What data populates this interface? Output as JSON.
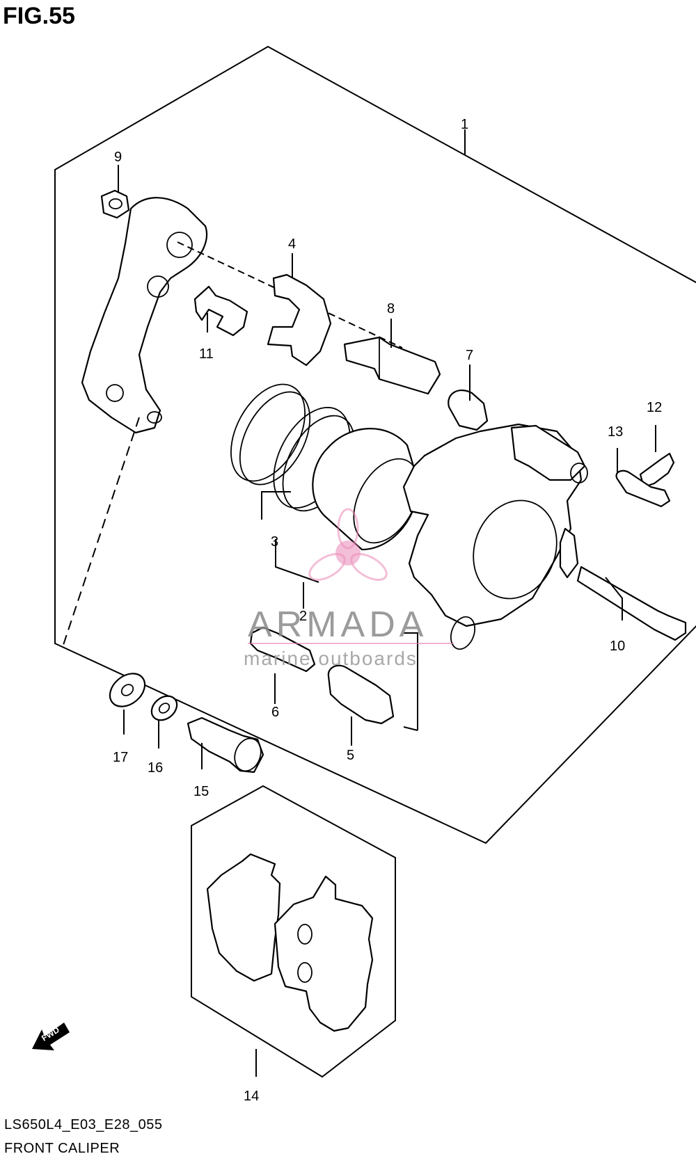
{
  "figure": {
    "title": "FIG.55",
    "diagram_code": "LS650L4_E03_E28_055",
    "diagram_name": "FRONT CALIPER"
  },
  "callouts": [
    {
      "id": "1",
      "label": "1"
    },
    {
      "id": "2",
      "label": "2"
    },
    {
      "id": "3",
      "label": "3"
    },
    {
      "id": "4",
      "label": "4"
    },
    {
      "id": "5",
      "label": "5"
    },
    {
      "id": "6",
      "label": "6"
    },
    {
      "id": "7",
      "label": "7"
    },
    {
      "id": "8",
      "label": "8"
    },
    {
      "id": "9",
      "label": "9"
    },
    {
      "id": "10",
      "label": "10"
    },
    {
      "id": "11",
      "label": "11"
    },
    {
      "id": "12",
      "label": "12"
    },
    {
      "id": "13",
      "label": "13"
    },
    {
      "id": "14",
      "label": "14"
    },
    {
      "id": "15",
      "label": "15"
    },
    {
      "id": "16",
      "label": "16"
    },
    {
      "id": "17",
      "label": "17"
    }
  ],
  "direction_marker": {
    "label": "FWD"
  },
  "watermark": {
    "brand": "ARMADA",
    "tagline": "marine outboards",
    "accent_color": "#e87fb0"
  }
}
